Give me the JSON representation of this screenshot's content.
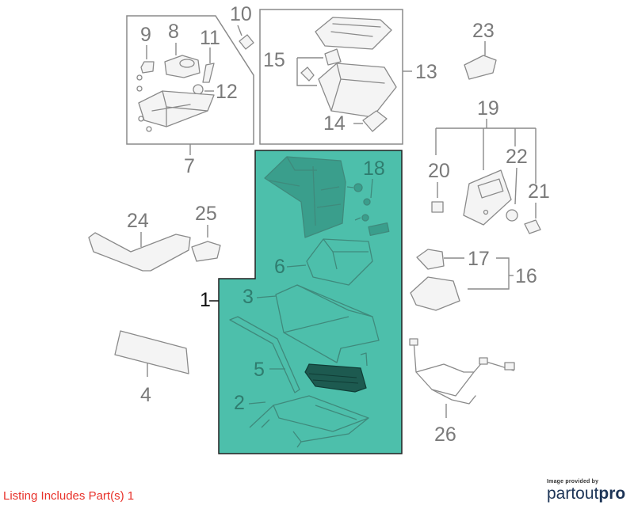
{
  "labels": {
    "l1": "1",
    "l2": "2",
    "l3": "3",
    "l4": "4",
    "l5": "5",
    "l6": "6",
    "l7": "7",
    "l8": "8",
    "l9": "9",
    "l10": "10",
    "l11": "11",
    "l12": "12",
    "l13": "13",
    "l14": "14",
    "l15": "15",
    "l16": "16",
    "l17": "17",
    "l18": "18",
    "l19": "19",
    "l20": "20",
    "l21": "21",
    "l22": "22",
    "l23": "23",
    "l24": "24",
    "l25": "25",
    "l26": "26"
  },
  "highlighted_part": "1",
  "colors": {
    "highlight": "#3a9e8c",
    "note_text": "#e8322b",
    "lines": "#8a8a8a"
  },
  "footer": {
    "listing_note": "Listing Includes Part(s) 1",
    "provider_caption": "Image provided by",
    "provider_brand_part1": "partout",
    "provider_brand_part2": "pro"
  }
}
